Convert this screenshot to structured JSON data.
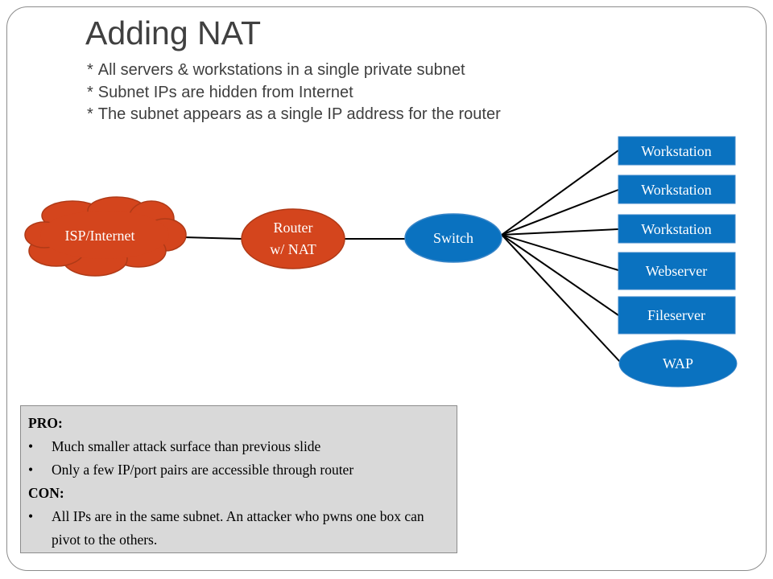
{
  "title": "Adding NAT",
  "bullets": [
    "All servers & workstations in a single private subnet",
    "Subnet IPs are hidden from Internet",
    "The subnet appears as a single IP address for the router"
  ],
  "bullet_marker": "*",
  "diagram": {
    "isp": "ISP/Internet",
    "router_line1": "Router",
    "router_line2": "w/ NAT",
    "switch": "Switch",
    "devices": [
      "Workstation",
      "Workstation",
      "Workstation",
      "Webserver",
      "Fileserver",
      "WAP"
    ]
  },
  "colors": {
    "cloud": "#d4451d",
    "cloud_border": "#b03a17",
    "node": "#0a72c0",
    "node_border": "#3a86c8",
    "text_on_node": "#ffffff",
    "box_bg": "#d9d9d9"
  },
  "procon": {
    "pro_label": "PRO:",
    "pros": [
      "Much smaller attack surface than previous slide",
      "Only a few IP/port pairs are accessible through router"
    ],
    "con_label": "CON:",
    "cons": [
      "All IPs are in the same subnet. An attacker who pwns one box can pivot to the others."
    ]
  }
}
